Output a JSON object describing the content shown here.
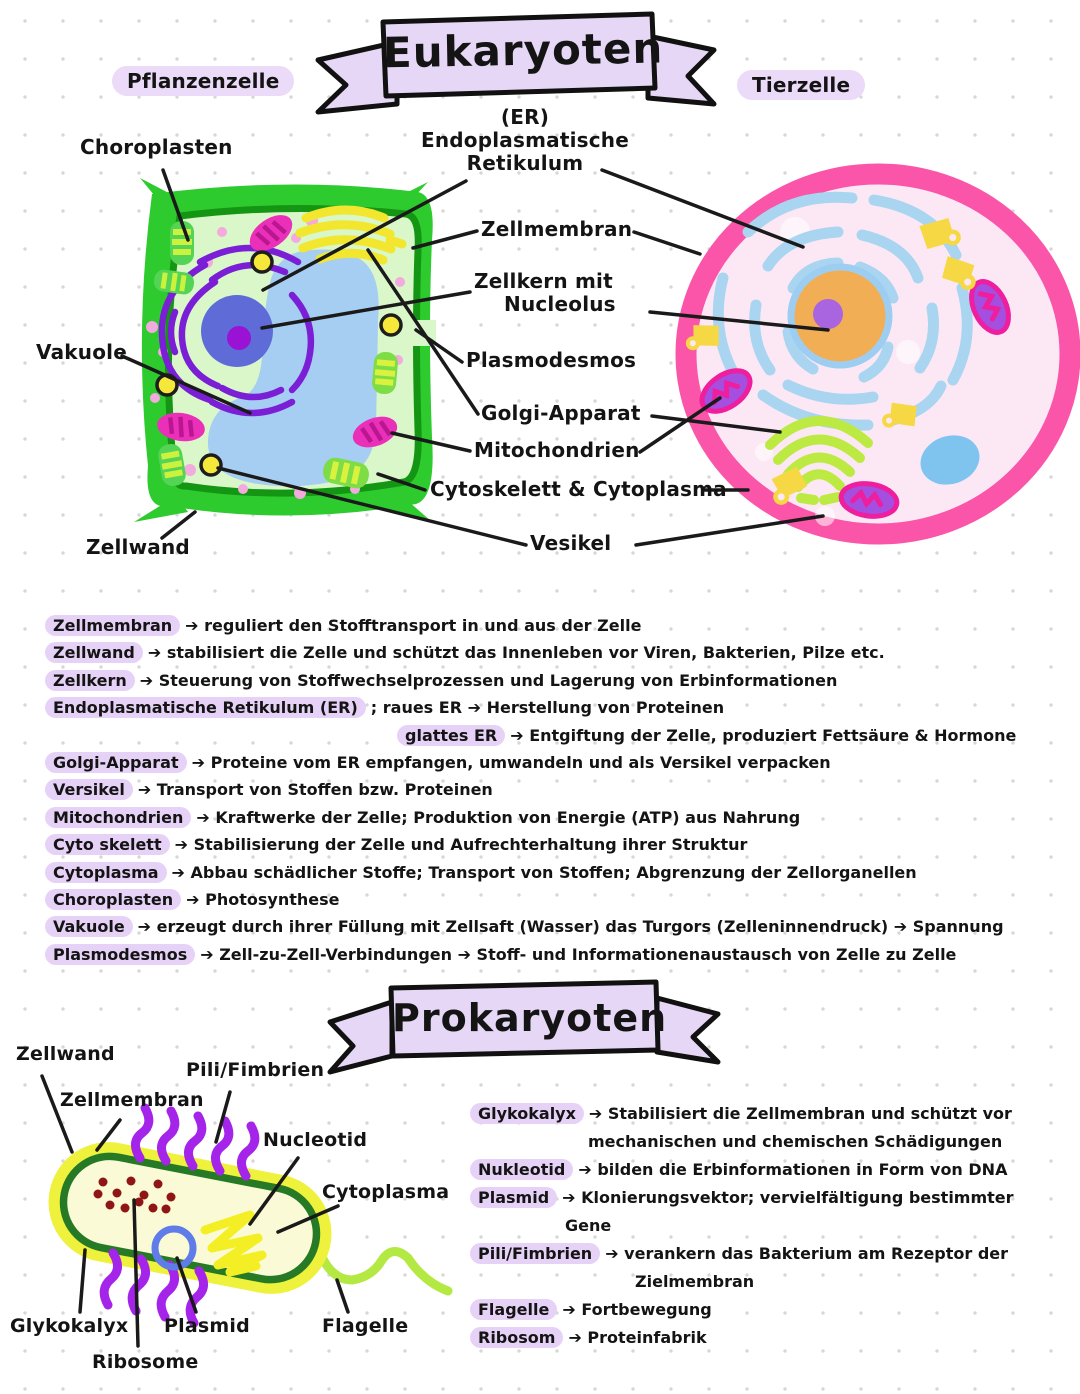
{
  "banners": {
    "eukaryoten": "Eukaryoten",
    "prokaryoten": "Prokaryoten"
  },
  "colors": {
    "banner_fill": "#e6d7f6",
    "highlight": "#e7d2f7",
    "plant_wall": "#2ecb2e",
    "plant_inner": "#d9f7c9",
    "vacuole_blue": "#a6cdf2",
    "animal_ring": "#fa55a8",
    "animal_fill": "#fce8f5",
    "nucleus_orange": "#f2ae55",
    "er_blue": "#a9d5f0",
    "golgi_green": "#bdea42",
    "mito_magenta": "#ea2fb8",
    "pili_purple": "#a524ea",
    "capsule_glow": "#eef23c",
    "capsule_wall": "#267a26"
  },
  "eukaryote_diagram": {
    "cell_type_left": "Pflanzenzelle",
    "cell_type_right": "Tierzelle",
    "labels": {
      "er_line1": "(ER)",
      "er_line2": "Endoplasmatische",
      "er_line3": "Retikulum",
      "choroplasten": "Choroplasten",
      "zellmembran": "Zellmembran",
      "zellkern_line1": "Zellkern mit",
      "zellkern_line2": "Nucleolus",
      "plasmodesmos": "Plasmodesmos",
      "golgi": "Golgi-Apparat",
      "mitochondrien": "Mitochondrien",
      "cytoskelett": "Cytoskelett & Cytoplasma",
      "vesikel": "Vesikel",
      "vakuole": "Vakuole",
      "zellwand": "Zellwand"
    }
  },
  "eukaryote_notes": [
    {
      "term": "Zellmembran",
      "text": "➔ reguliert den Stofftransport in und aus der Zelle"
    },
    {
      "term": "Zellwand",
      "text": "➔ stabilisiert die Zelle und schützt das Innenleben vor Viren, Bakterien, Pilze etc."
    },
    {
      "term": "Zellkern",
      "text": "➔ Steuerung von Stoffwechselprozessen und Lagerung von Erbinformationen"
    },
    {
      "term": "Endoplasmatische Retikulum (ER)",
      "text": "; raues ER ➔ Herstellung von Proteinen"
    },
    {
      "term": "glattes ER",
      "text": "➔ Entgiftung der Zelle, produziert Fettsäure & Hormone"
    },
    {
      "term": "Golgi-Apparat",
      "text": "➔ Proteine vom ER empfangen, umwandeln und als Versikel verpacken"
    },
    {
      "term": "Versikel",
      "text": "➔ Transport von Stoffen bzw. Proteinen"
    },
    {
      "term": "Mitochondrien",
      "text": "➔ Kraftwerke der Zelle; Produktion von Energie (ATP) aus Nahrung"
    },
    {
      "term": "Cyto skelett",
      "text": "➔ Stabilisierung der Zelle und Aufrechterhaltung ihrer Struktur"
    },
    {
      "term": "Cytoplasma",
      "text": "➔ Abbau schädlicher Stoffe; Transport von Stoffen; Abgrenzung der Zellorganellen"
    },
    {
      "term": "Choroplasten",
      "text": "➔ Photosynthese"
    },
    {
      "term": "Vakuole",
      "text": "➔ erzeugt durch ihrer Füllung mit Zellsaft (Wasser) das Turgors (Zelleninnendruck) ➔ Spannung"
    },
    {
      "term": "Plasmodesmos",
      "text": "➔ Zell-zu-Zell-Verbindungen ➔ Stoff- und Informationenaustausch von Zelle zu Zelle"
    }
  ],
  "prokaryote_diagram": {
    "labels": {
      "zellwand": "Zellwand",
      "pili": "Pili/Fimbrien",
      "zellmembran": "Zellmembran",
      "nucleotid": "Nucleotid",
      "cytoplasma": "Cytoplasma",
      "glykokalyx": "Glykokalyx",
      "plasmid": "Plasmid",
      "flagelle": "Flagelle",
      "ribosome": "Ribosome"
    }
  },
  "prokaryote_notes": [
    {
      "term": "Glykokalyx",
      "text": "➔ Stabilisiert die Zellmembran und schützt vor",
      "cont": "mechanischen und chemischen Schädigungen"
    },
    {
      "term": "Nukleotid",
      "text": "➔ bilden die Erbinformationen in Form von DNA"
    },
    {
      "term": "Plasmid",
      "text": "➔ Klonierungsvektor; vervielfältigung bestimmter",
      "cont": "Gene"
    },
    {
      "term": "Pili/Fimbrien",
      "text": "➔ verankern das Bakterium am Rezeptor der",
      "cont": "Zielmembran"
    },
    {
      "term": "Flagelle",
      "text": "➔ Fortbewegung"
    },
    {
      "term": "Ribosom",
      "text": "➔ Proteinfabrik"
    }
  ]
}
